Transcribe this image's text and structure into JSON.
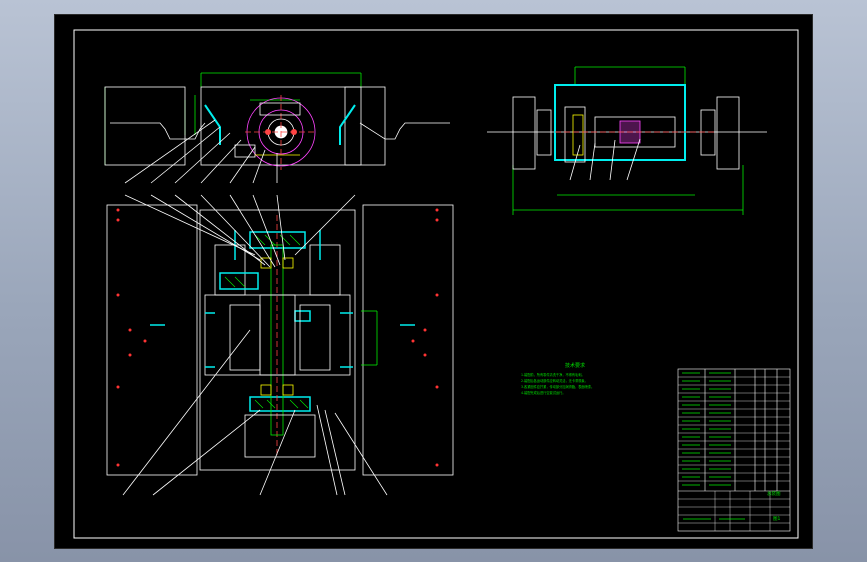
{
  "drawing": {
    "notes_title": "技术要求",
    "notes": [
      "1.装配前，所有零件清洗干净，不得有毛刺。",
      "2.装配后各运动部件应转动灵活，无卡滞现象。",
      "3.各紧固件应拧紧，传动部分加润滑脂，表面喷漆。",
      "4.装配完成后进行空载试运行。"
    ],
    "title_block": {
      "drawing_name": "总装图",
      "sheet": "图1"
    }
  },
  "colors": {
    "line": "#ffffff",
    "dim": "#00e000",
    "section": "#00e5e5",
    "highlight": "#ff40ff",
    "accent": "#ffff00",
    "center": "#ff3030"
  }
}
